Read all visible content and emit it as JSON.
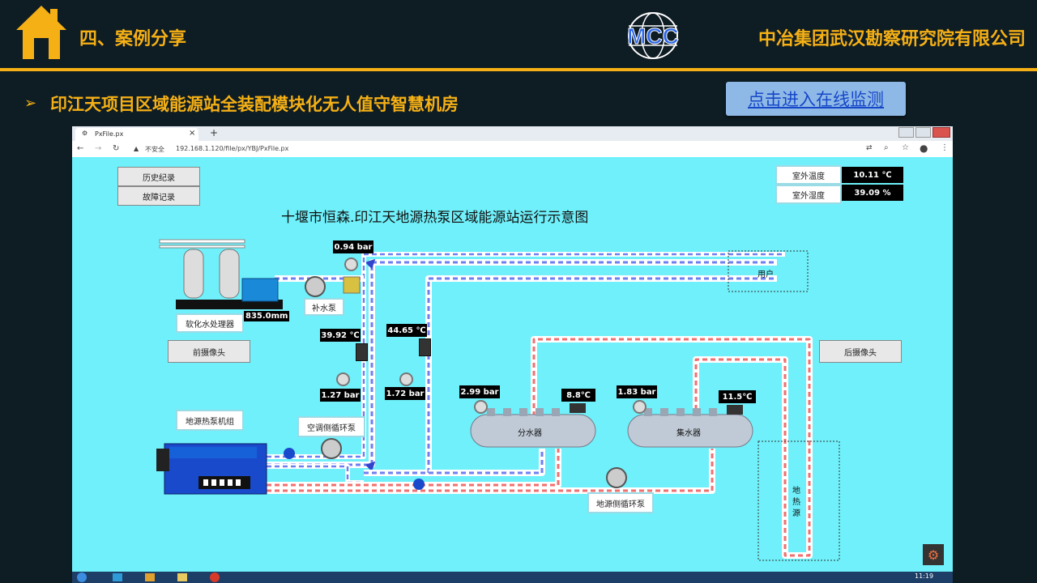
{
  "header": {
    "title": "四、案例分享",
    "company": "中冶集团武汉勘察研究院有限公司",
    "logo_text": "MCC"
  },
  "subtitle": "印江天项目区域能源站全装配模块化无人值守智慧机房",
  "monitor_button": "点击进入在线监测",
  "browser": {
    "tab_title": "PxFile.px",
    "new_tab": "+",
    "tab_close": "×",
    "url_warning": "不安全",
    "url": "192.168.1.120/file/px/YBJ/PxFile.px",
    "taskbar_time": "11:19"
  },
  "scada": {
    "title": "十堰市恒森.印江天地源热泵区域能源站运行示意图",
    "buttons": {
      "history": "历史纪录",
      "fault": "故障记录",
      "front_camera": "前摄像头",
      "rear_camera": "后摄像头"
    },
    "outdoor": {
      "temp_label": "室外温度",
      "temp_value": "10.11 ℃",
      "humidity_label": "室外湿度",
      "humidity_value": "39.09 %"
    },
    "labels": {
      "softener": "软化水处理器",
      "makeup_pump": "补水泵",
      "heat_pump_unit": "地源热泵机组",
      "ac_pump": "空调侧循环泵",
      "ground_pump": "地源侧循环泵",
      "distributor": "分水器",
      "collector": "集水器",
      "user": "用户",
      "ground_source": "地\n热\n源",
      "tank_level": "835.0mm"
    },
    "readings": {
      "p1": "0.94 bar",
      "t1": "39.92 ℃",
      "t2": "44.65 ℃",
      "p2": "1.27 bar",
      "p3": "1.72 bar",
      "p4": "2.99 bar",
      "t3": "8.8℃",
      "p5": "1.83 bar",
      "t4": "11.5℃"
    }
  },
  "colors": {
    "accent": "#f5b015",
    "background": "#0e1c24",
    "scada_bg": "#6ff0fa",
    "supply": "#f07070",
    "return": "#6f7ff0"
  }
}
